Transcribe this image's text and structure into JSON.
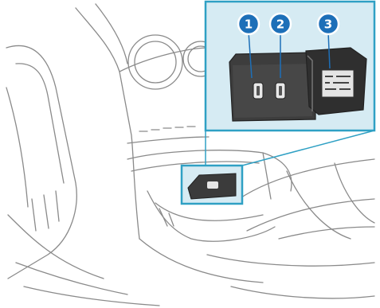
{
  "illustration": {
    "subject": "rear-console-usb-ports",
    "colors": {
      "line": "#8a8a8a",
      "line_dark": "#4a4a4a",
      "panel": "#3b3b3b",
      "accent": "#2fa0c4",
      "accent_fill": "#d6ebf3",
      "callout_fill": "#1d6fb8",
      "callout_ring": "#ffffff"
    }
  },
  "callouts": [
    {
      "number": "1"
    },
    {
      "number": "2"
    },
    {
      "number": "3"
    }
  ]
}
